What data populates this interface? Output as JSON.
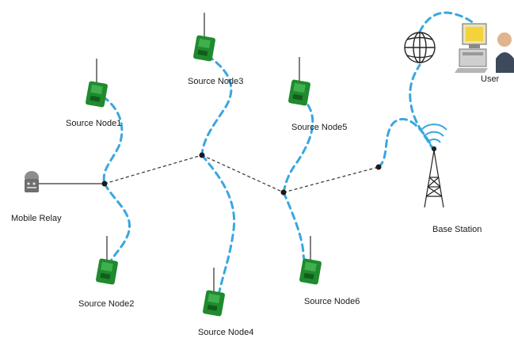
{
  "labels": {
    "source_node1": "Source Node1",
    "source_node2": "Source Node2",
    "source_node3": "Source Node3",
    "source_node4": "Source Node4",
    "source_node5": "Source Node5",
    "source_node6": "Source Node6",
    "mobile_relay": "Mobile Relay",
    "base_station": "Base Station",
    "user": "User"
  },
  "colors": {
    "wireless_link": "#3aa6e0",
    "relay_path": "#333333",
    "sensor_body": "#1f8a2e"
  },
  "icons": {
    "sensor": "sensor-node-icon",
    "relay": "mobile-relay-icon",
    "tower": "base-station-tower-icon",
    "globe": "internet-globe-icon",
    "computer": "computer-icon",
    "user": "user-icon"
  }
}
